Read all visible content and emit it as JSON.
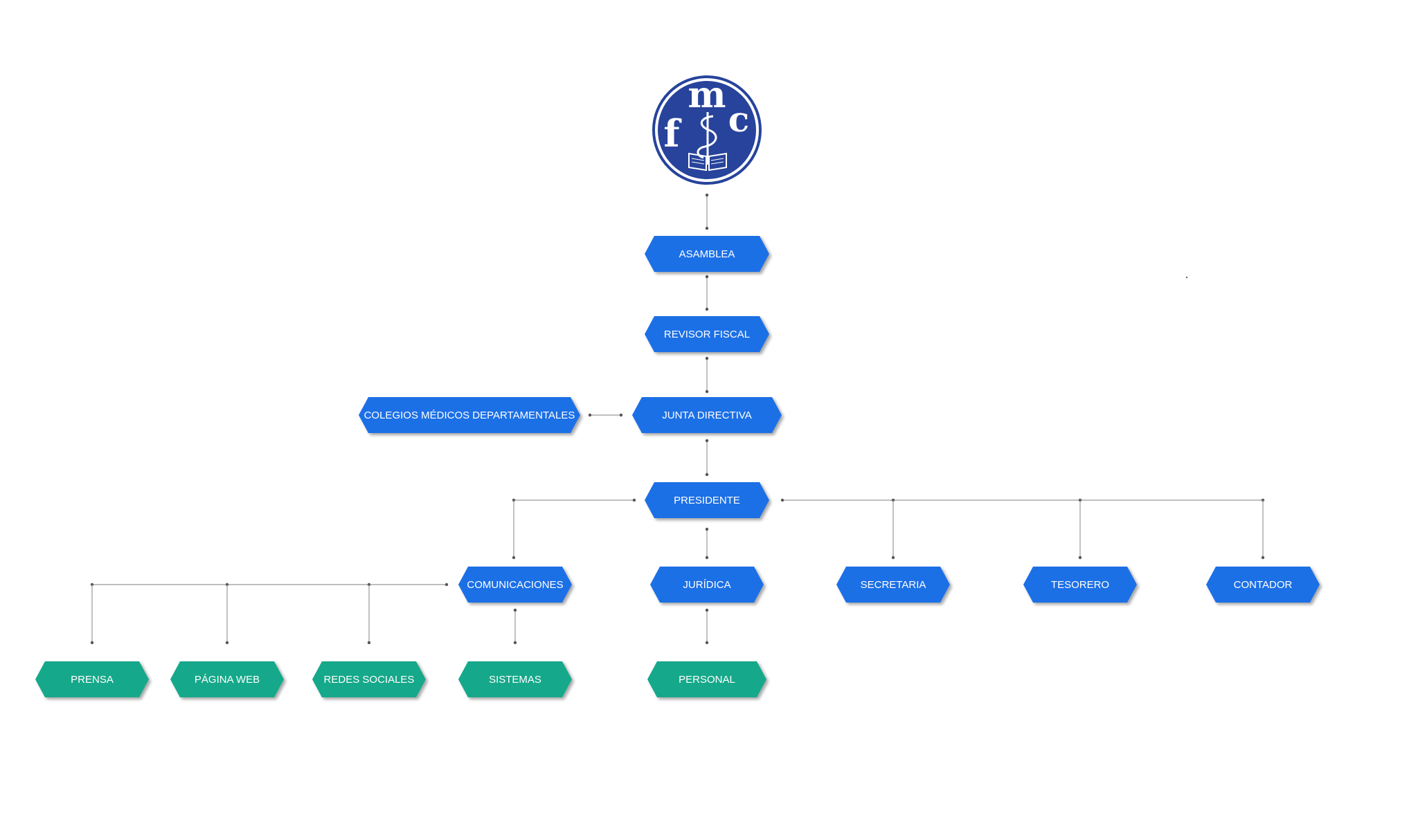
{
  "colors": {
    "blue": "#1f6fe6",
    "green": "#12a88a",
    "connector": "#999999",
    "logo_blue": "#27439b"
  },
  "logo": {
    "letters": [
      "m",
      "f",
      "c"
    ],
    "icon": "caduceus-book-icon"
  },
  "nodes": {
    "asamblea": "ASAMBLEA",
    "revisor_fiscal": "REVISOR FISCAL",
    "junta_directiva": "JUNTA DIRECTIVA",
    "colegios": "COLEGIOS MÉDICOS DEPARTAMENTALES",
    "presidente": "PRESIDENTE",
    "comunicaciones": "COMUNICACIONES",
    "juridica": "JURÍDICA",
    "secretaria": "SECRETARIA",
    "tesorero": "TESORERO",
    "contador": "CONTADOR",
    "prensa": "PRENSA",
    "pagina_web": "PÁGINA WEB",
    "redes_sociales": "REDES SOCIALES",
    "sistemas": "SISTEMAS",
    "personal": "PERSONAL"
  }
}
